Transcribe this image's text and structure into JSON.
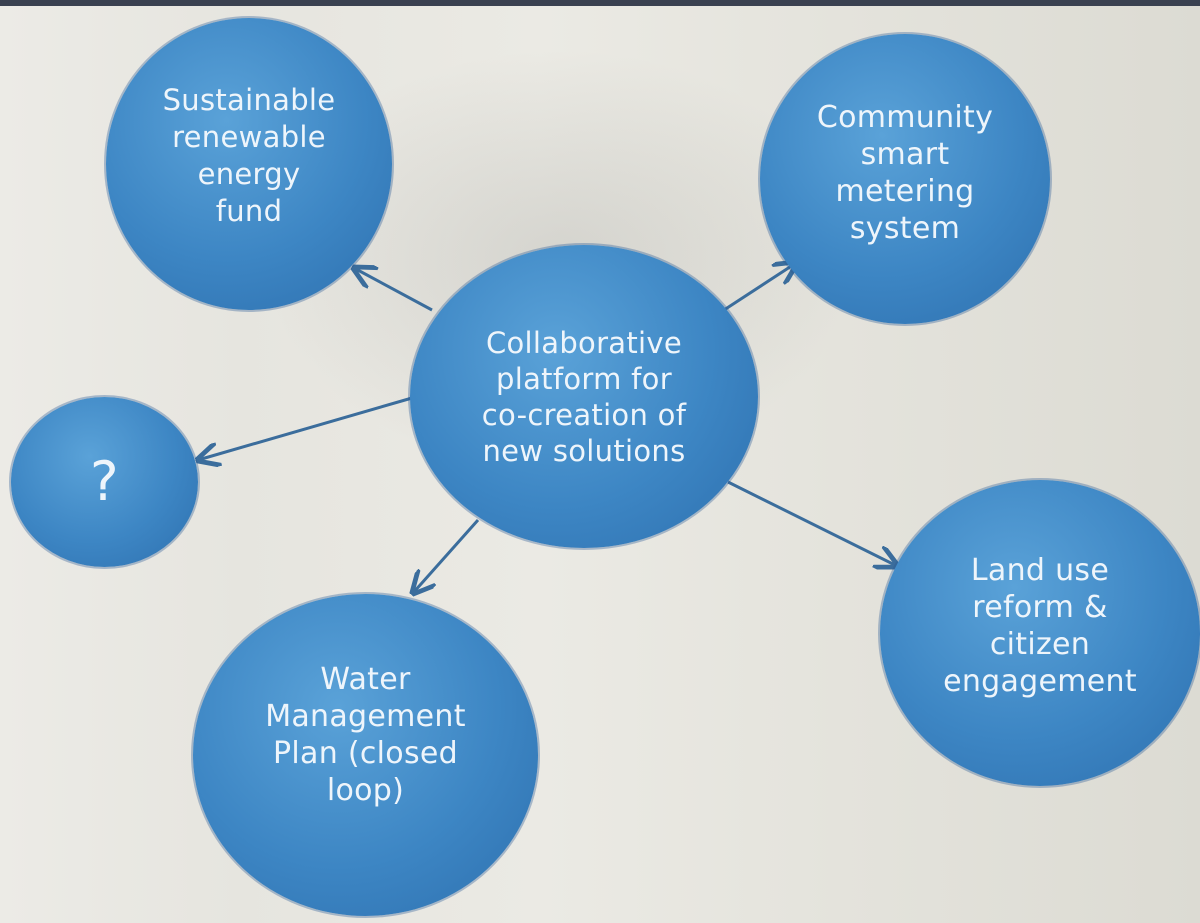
{
  "diagram": {
    "center": {
      "label": "Collaborative\nplatform for\nco-creation of\nnew solutions"
    },
    "branches": [
      {
        "id": "energy",
        "label": "Sustainable\nrenewable\nenergy\nfund"
      },
      {
        "id": "meter",
        "label": "Community\nsmart\nmetering\nsystem"
      },
      {
        "id": "unknown",
        "label": "?"
      },
      {
        "id": "water",
        "label": "Water\nManagement\nPlan (closed\nloop)"
      },
      {
        "id": "land",
        "label": "Land use\nreform &\ncitizen\nengagement"
      }
    ]
  },
  "colors": {
    "node_fill": "#3d86c4",
    "node_text": "#eef5fb",
    "arrow": "#3b6d9c"
  }
}
